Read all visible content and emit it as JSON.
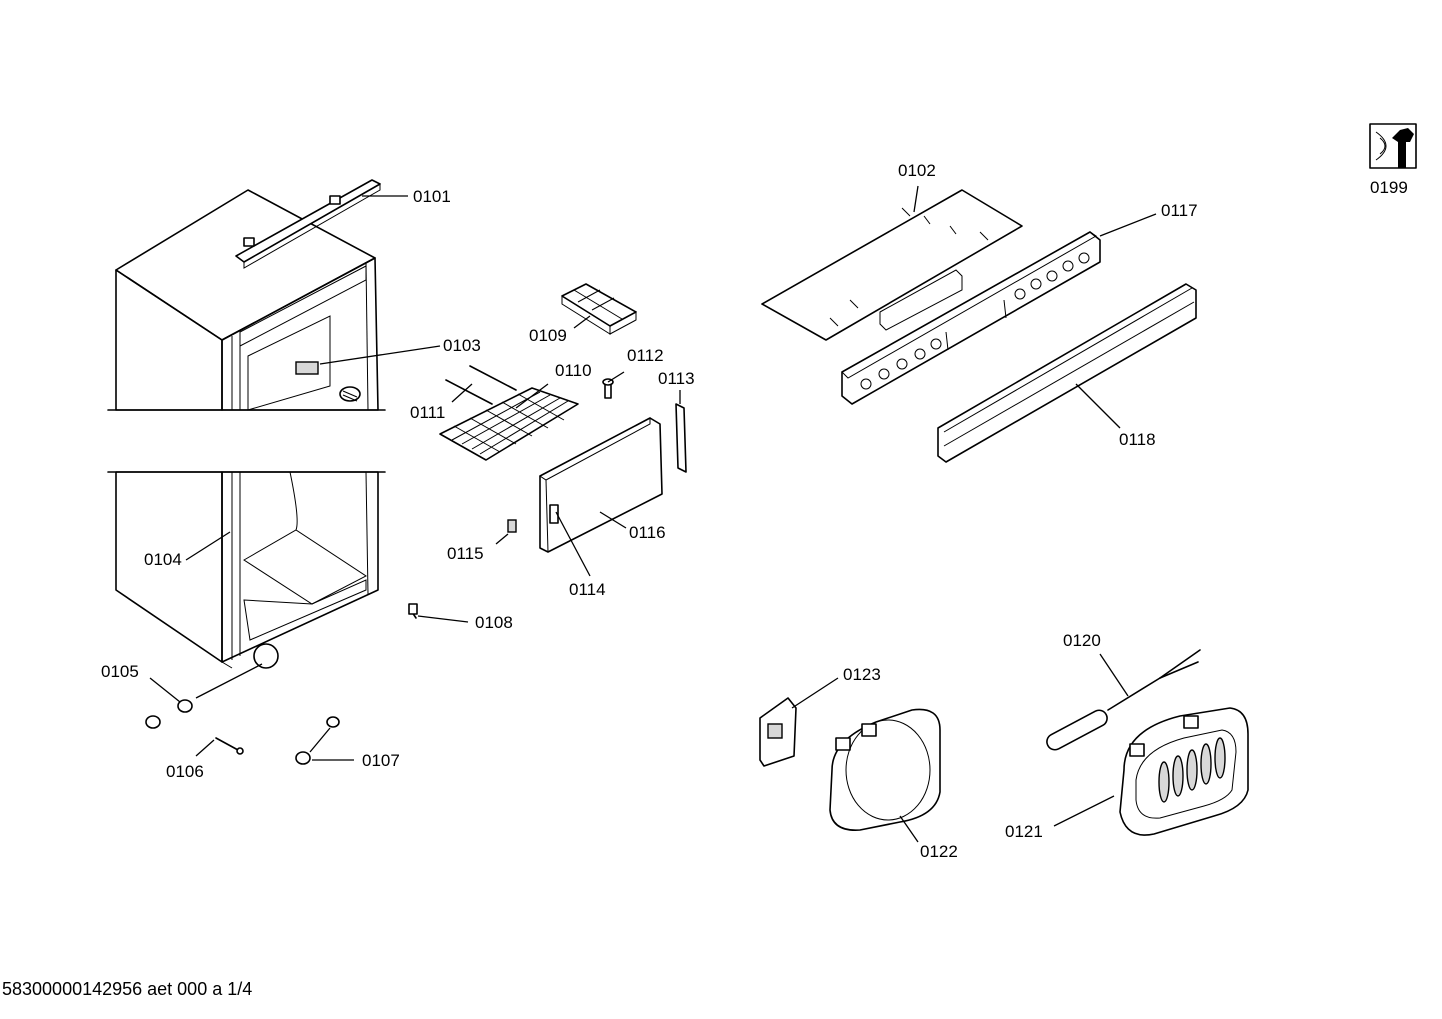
{
  "callouts": {
    "c0101": "0101",
    "c0102": "0102",
    "c0103": "0103",
    "c0104": "0104",
    "c0105": "0105",
    "c0106": "0106",
    "c0107": "0107",
    "c0108": "0108",
    "c0109": "0109",
    "c0110": "0110",
    "c0111": "0111",
    "c0112": "0112",
    "c0113": "0113",
    "c0114": "0114",
    "c0115": "0115",
    "c0116": "0116",
    "c0117": "0117",
    "c0118": "0118",
    "c0120": "0120",
    "c0121": "0121",
    "c0122": "0122",
    "c0123": "0123",
    "c0199": "0199"
  },
  "footer": "58300000142956 aet 000 a 1/4",
  "icons": {
    "service": "wrench-service-icon"
  }
}
